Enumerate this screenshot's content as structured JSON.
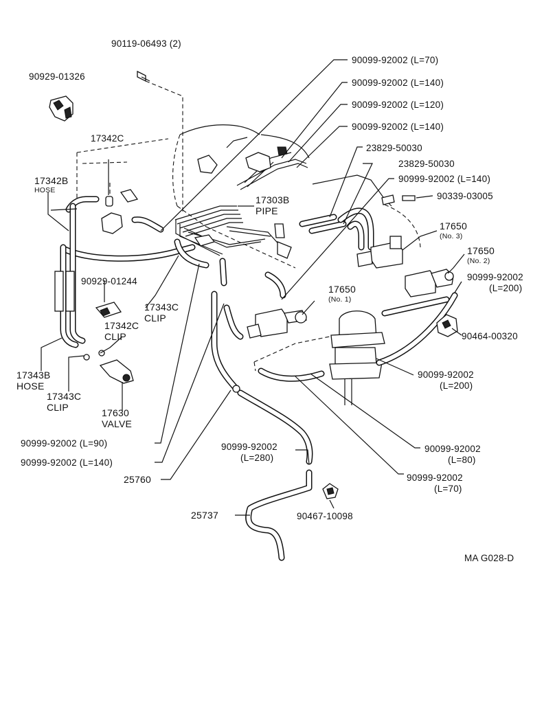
{
  "diagram_code": "MA G028-D",
  "labels": {
    "bolt": "90119-06493 (2)",
    "bracket_top": "90929-01326",
    "c17342c_top": "17342C",
    "hose17342b_part": "17342B",
    "hose17342b_name": "HOSE",
    "hose_l70_a": "90099-92002 (L=70)",
    "hose_l140_a": "90099-92002 (L=140)",
    "hose_l120": "90099-92002 (L=120)",
    "hose_l140_b": "90099-92002 (L=140)",
    "plug_a": "23829-50030",
    "plug_b": "23829-50030",
    "hose_90999_l140": "90999-92002 (L=140)",
    "cap_90339": "90339-03005",
    "pipe_part": "17303B",
    "pipe_name": "PIPE",
    "vsv_no3_part": "17650",
    "vsv_no3_sub": "(No. 3)",
    "vsv_no2_part": "17650",
    "vsv_no2_sub": "(No. 2)",
    "hose_90999_l200_a_part": "90999-92002",
    "hose_90999_l200_a_len": "(L=200)",
    "bracket_01244": "90929-01244",
    "clip_17343c_mid_part": "17343C",
    "clip_17343c_mid_name": "CLIP",
    "vsv_no1_part": "17650",
    "vsv_no1_sub": "(No. 1)",
    "clip_17342c_part": "17342C",
    "clip_17342c_name": "CLIP",
    "clamp_90464": "90464-00320",
    "hose_17343b_part": "17343B",
    "hose_17343b_name": "HOSE",
    "clip_17343c_low_part": "17343C",
    "clip_17343c_low_name": "CLIP",
    "valve_part": "17630",
    "valve_name": "VALVE",
    "hose_90099_l200_part": "90099-92002",
    "hose_90099_l200_len": "(L=200)",
    "hose_l90": "90999-92002 (L=90)",
    "hose_l140_c": "90999-92002 (L=140)",
    "hose_l280_part": "90999-92002",
    "hose_l280_len": "(L=280)",
    "hose_l80_part": "90099-92002",
    "hose_l80_len": "(L=80)",
    "part_25760": "25760",
    "hose_l70_b_part": "90999-92002",
    "hose_l70_b_len": "(L=70)",
    "part_25737": "25737",
    "clamp_90467": "90467-10098"
  }
}
